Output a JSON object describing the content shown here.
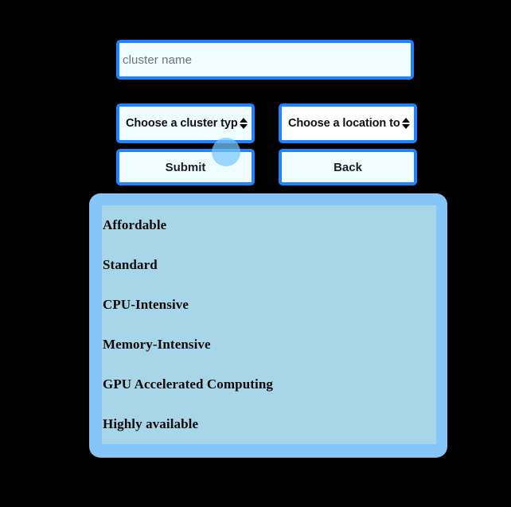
{
  "form": {
    "cluster_name_input": {
      "value": "",
      "placeholder": "cluster name"
    },
    "cluster_type_select": {
      "selected_label": "Choose a cluster typ"
    },
    "location_select": {
      "selected_label": "Choose a location to"
    },
    "submit_button_label": "Submit",
    "back_button_label": "Back"
  },
  "options_panel": {
    "items": [
      {
        "label": "Affordable"
      },
      {
        "label": "Standard"
      },
      {
        "label": "CPU-Intensive"
      },
      {
        "label": "Memory-Intensive"
      },
      {
        "label": "GPU Accelerated Computing"
      },
      {
        "label": "Highly available"
      }
    ]
  },
  "colors": {
    "background": "#000000",
    "accent_border": "#2183fb",
    "field_fill": "#f0fdff",
    "select_right_fill": "#ffffff",
    "panel_outer": "#86c5f7",
    "panel_inner": "#a8d5e8",
    "placeholder_text": "#6f7479",
    "option_text": "#0a0a0a",
    "click_indicator": "#78c8ff"
  }
}
